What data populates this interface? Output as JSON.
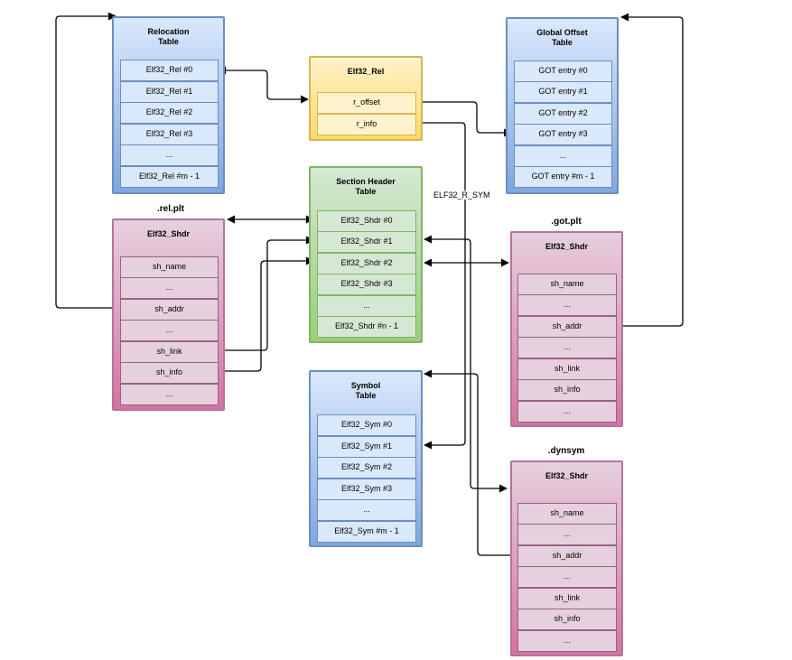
{
  "relocation_table": {
    "title": "Relocation\nTable",
    "rows": [
      "Elf32_Rel #0",
      "Elf32_Rel #1",
      "Elf32_Rel #2",
      "Elf32_Rel #3",
      "...",
      "Elf32_Rel #m - 1"
    ]
  },
  "elf32_rel": {
    "title": "Elf32_Rel",
    "rows": [
      "r_offset",
      "r_info"
    ]
  },
  "global_offset_table": {
    "title": "Global Offset\nTable",
    "rows": [
      "GOT entry #0",
      "GOT entry #1",
      "GOT entry #2",
      "GOT entry #3",
      "...",
      "GOT entry #m - 1"
    ]
  },
  "section_header_table": {
    "title": "Section Header\nTable",
    "rows": [
      "Elf32_Shdr #0",
      "Elf32_Shdr #1",
      "Elf32_Shdr #2",
      "Elf32_Shdr #3",
      "...",
      "Elf32_Shdr #n - 1"
    ]
  },
  "rel_plt": {
    "label": ".rel.plt",
    "title": "Elf32_Shdr",
    "rows": [
      "sh_name",
      "...",
      "sh_addr",
      "...",
      "sh_link",
      "sh_info",
      "..."
    ]
  },
  "got_plt": {
    "label": ".got.plt",
    "title": "Elf32_Shdr",
    "rows": [
      "sh_name",
      "...",
      "sh_addr",
      "...",
      "sh_link",
      "sh_info",
      "..."
    ]
  },
  "symbol_table": {
    "title": "Symbol\nTable",
    "rows": [
      "Elf32_Sym #0",
      "Elf32_Sym #1",
      "Elf32_Sym #2",
      "Elf32_Sym #3",
      "...",
      "Elf32_Sym #m - 1"
    ]
  },
  "dynsym": {
    "label": ".dynsym",
    "title": "Elf32_Shdr",
    "rows": [
      "sh_name",
      "...",
      "sh_addr",
      "...",
      "sh_link",
      "sh_info",
      "..."
    ]
  },
  "edge_labels": {
    "r_info_to_symbol": "ELF32_R_SYM"
  },
  "colors": {
    "blue_fill": "#dae8fc",
    "blue_stroke": "#6c8ebf",
    "green_fill": "#d5e8d4",
    "green_stroke": "#82b366",
    "yellow_fill": "#fff2cc",
    "yellow_stroke": "#d6b656",
    "pink_fill": "#e6d0de",
    "pink_stroke": "#996185",
    "wire": "#000000"
  }
}
